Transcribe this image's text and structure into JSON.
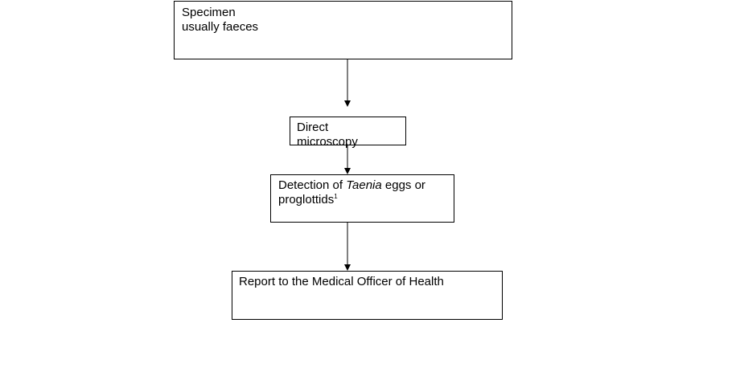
{
  "boxes": {
    "specimen": {
      "line1": "Specimen",
      "line2": "usually faeces"
    },
    "microscopy": {
      "line1": "Direct",
      "line2": "microscopy"
    },
    "detection": {
      "prefix": "Detection of ",
      "italic": "Taenia",
      "suffix": " eggs or",
      "line2": "proglottids",
      "footnote": "1"
    },
    "report": {
      "line1": "Report to the Medical Officer of Health"
    }
  }
}
